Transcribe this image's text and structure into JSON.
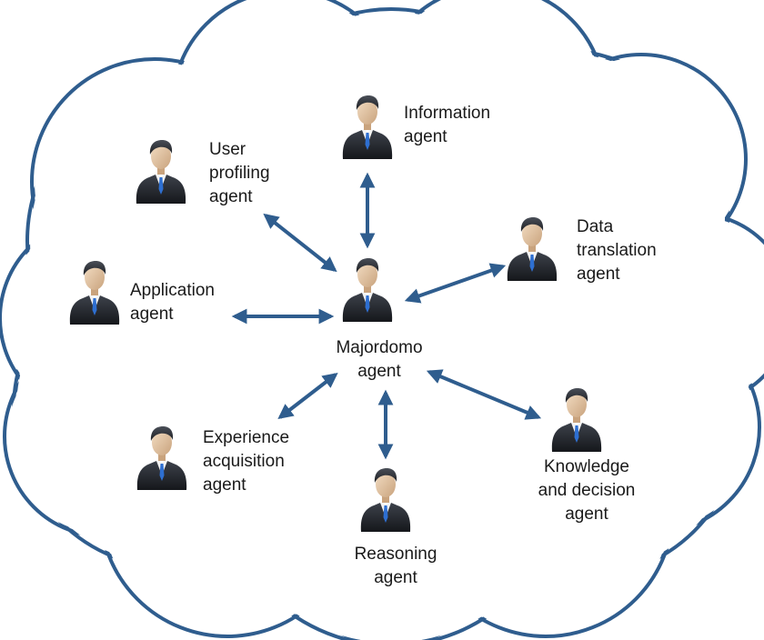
{
  "colors": {
    "cloud_outline": "#2f5d8e",
    "arrow": "#2f5d8e",
    "suit": "#22252b",
    "skin": "#e4c9a8",
    "hair": "#2a2d33",
    "tie": "#2e6fd1"
  },
  "icon": "businessman-icon",
  "agents": {
    "information": [
      "Information",
      "agent"
    ],
    "user_profiling": [
      "User",
      "profiling",
      "agent"
    ],
    "data_translation": [
      "Data",
      "translation",
      "agent"
    ],
    "application": [
      "Application",
      "agent"
    ],
    "majordomo": [
      "Majordomo",
      "agent"
    ],
    "experience_acquisition": [
      "Experience",
      "acquisition",
      "agent"
    ],
    "knowledge_decision": [
      "Knowledge",
      "and decision",
      "agent"
    ],
    "reasoning": [
      "Reasoning",
      "agent"
    ]
  },
  "connections": [
    {
      "from": "majordomo",
      "to": "information",
      "bidirectional": true
    },
    {
      "from": "majordomo",
      "to": "user_profiling",
      "bidirectional": true
    },
    {
      "from": "majordomo",
      "to": "data_translation",
      "bidirectional": true
    },
    {
      "from": "majordomo",
      "to": "application",
      "bidirectional": true
    },
    {
      "from": "majordomo",
      "to": "experience_acquisition",
      "bidirectional": true
    },
    {
      "from": "majordomo",
      "to": "reasoning",
      "bidirectional": true
    },
    {
      "from": "majordomo",
      "to": "knowledge_decision",
      "bidirectional": true
    }
  ]
}
